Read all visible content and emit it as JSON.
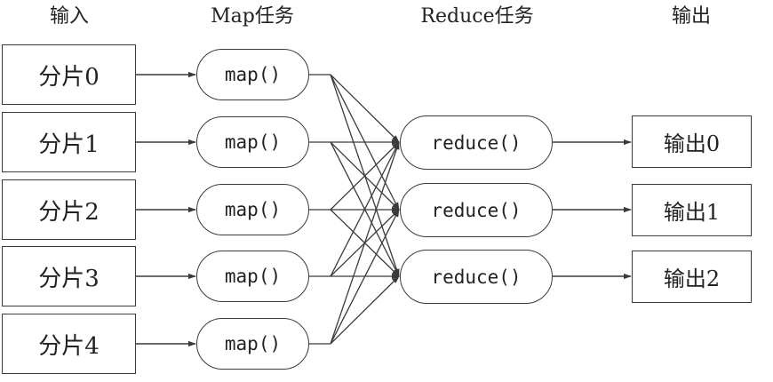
{
  "headers": {
    "input": "输入",
    "map": "Map任务",
    "reduce": "Reduce任务",
    "output": "输出"
  },
  "inputs": [
    "分片0",
    "分片1",
    "分片2",
    "分片3",
    "分片4"
  ],
  "maps": [
    "map()",
    "map()",
    "map()",
    "map()",
    "map()"
  ],
  "reduces": [
    "reduce()",
    "reduce()",
    "reduce()"
  ],
  "outputs": [
    "输出0",
    "输出1",
    "输出2"
  ]
}
